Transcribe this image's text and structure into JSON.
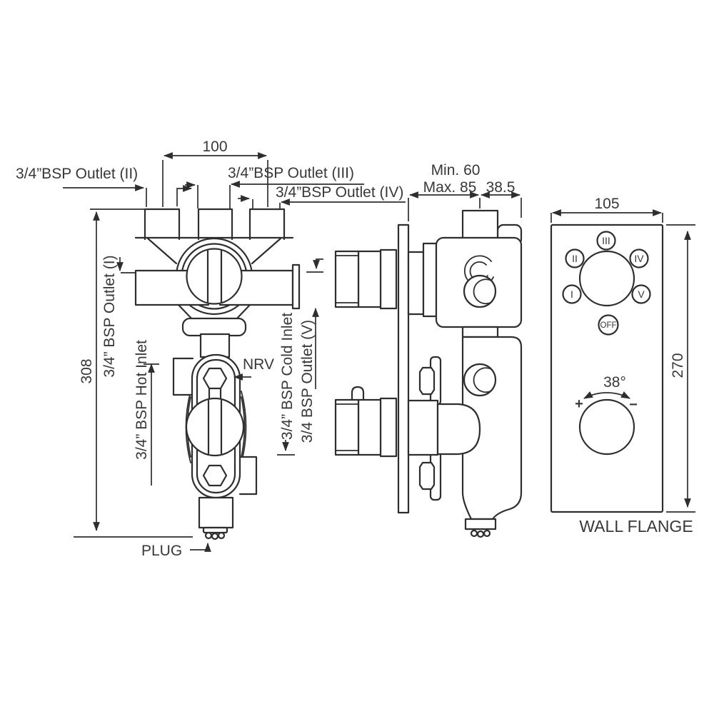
{
  "drawing": {
    "front": {
      "outlet2": "3/4”BSP Outlet (II)",
      "outlet3": "3/4”BSP Outlet (III)",
      "outlet4": "3/4”BSP Outlet (IV)",
      "outlet1": "3/4” BSP Outlet (I)",
      "hot_inlet": "3/4” BSP Hot Inlet",
      "cold_inlet": "3/4” BSP Cold Inlet",
      "outlet5": "3/4 BSP Outlet (V)",
      "nrv": "NRV",
      "plug": "PLUG",
      "dim_port_spacing": "100",
      "dim_height": "308"
    },
    "side": {
      "dim_min": "Min. 60",
      "dim_max": "Max. 85",
      "dim_offset": "38.5"
    },
    "flange": {
      "caption": "WALL FLANGE",
      "dim_width": "105",
      "dim_height": "270",
      "temp": "38°",
      "plus": "+",
      "minus": "−",
      "off": "OFF",
      "positions": [
        "I",
        "II",
        "III",
        "IV",
        "V"
      ]
    }
  }
}
